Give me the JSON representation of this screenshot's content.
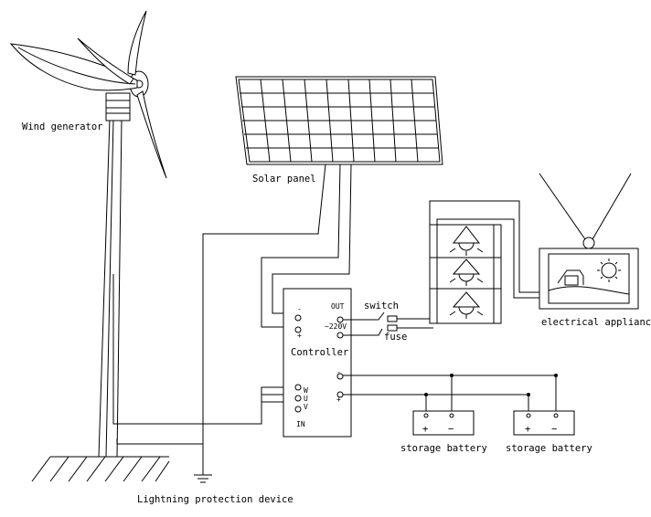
{
  "labels": {
    "wind_generator": "Wind generator",
    "solar_panel": "Solar panel",
    "controller": "Controller",
    "switch": "switch",
    "fuse": "fuse",
    "electrical_appliance": "electrical appliance",
    "storage_battery_1": "storage battery",
    "storage_battery_2": "storage battery",
    "lightning_protection": "Lightning protection device"
  },
  "controller_terminals": {
    "out": "OUT",
    "ac_voltage": "~220V",
    "solar_minus": "-",
    "solar_plus": "+",
    "battery_minus": "-",
    "battery_plus": "+",
    "phase_w": "W",
    "phase_u": "U",
    "phase_v": "V",
    "input": "IN"
  },
  "battery_1_terminals": {
    "plus": "+",
    "minus": "−"
  },
  "battery_2_terminals": {
    "plus": "+",
    "minus": "−"
  }
}
